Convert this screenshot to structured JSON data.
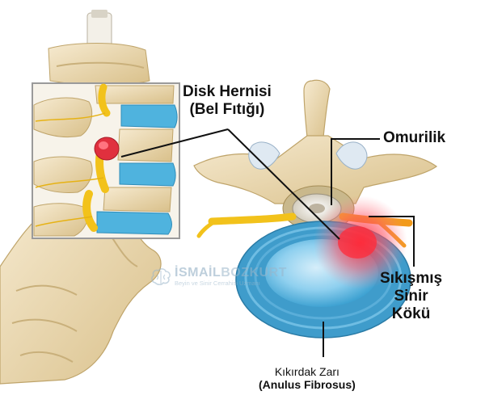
{
  "labels": {
    "disk_hernisi": [
      "Disk Hernisi",
      "(Bel Fıtığı)"
    ],
    "omurilik": "Omurilik",
    "sikismis_sinir_koku": [
      "Sıkışmış",
      "Sinir",
      "Kökü"
    ],
    "kikirdak_zari": [
      "Kıkırdak Zarı",
      "(Anulus Fibrosus)"
    ]
  },
  "watermark": {
    "name_light": "İSMAİL",
    "name_bold": "BOZKURT",
    "tagline": "Beyin ve Sinir Cerrahisi Uzmanı"
  },
  "colors": {
    "bone": "#e9d7a8",
    "bone_shadow": "#c8ae73",
    "disc_blue": "#4fb3de",
    "nerve_yellow": "#f2c21b",
    "hernia_red": "#e0303e",
    "frame_gray": "#9a9a9a"
  },
  "icons": {
    "watermark_logo": "brain-icon"
  }
}
